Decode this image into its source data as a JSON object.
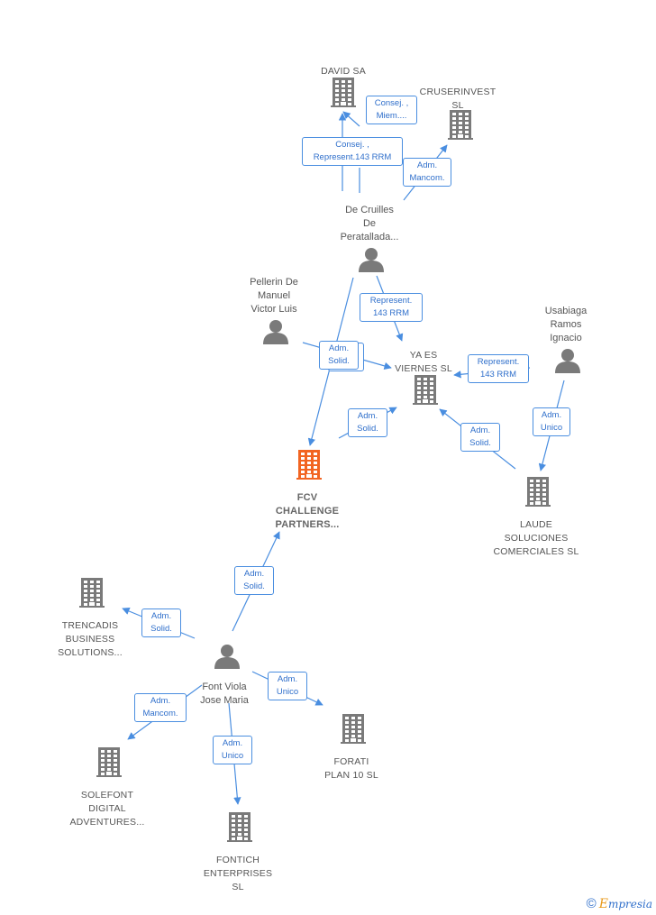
{
  "colors": {
    "edge": "#4a8ee0",
    "node": "#7a7a7a",
    "focus": "#f26522"
  },
  "nodes": [
    {
      "id": "david",
      "type": "company",
      "label": "DAVID SA"
    },
    {
      "id": "cruser",
      "type": "company",
      "label": "CRUSERINVEST\nSL"
    },
    {
      "id": "cruilles",
      "type": "person",
      "label": "De Cruilles\nDe\nPeratallada..."
    },
    {
      "id": "pellerin",
      "type": "person",
      "label": "Pellerin De\nManuel\nVictor Luis"
    },
    {
      "id": "yaes",
      "type": "company",
      "label": "YA ES\nVIERNES  SL"
    },
    {
      "id": "usabiaga",
      "type": "person",
      "label": "Usabiaga\nRamos\nIgnacio"
    },
    {
      "id": "fcv",
      "type": "focus",
      "label": "FCV\nCHALLENGE\nPARTNERS..."
    },
    {
      "id": "laude",
      "type": "company",
      "label": "LAUDE\nSOLUCIONES\nCOMERCIALES SL"
    },
    {
      "id": "trencadis",
      "type": "company",
      "label": "TRENCADIS\nBUSINESS\nSOLUTIONS..."
    },
    {
      "id": "font",
      "type": "person",
      "label": "Font Viola\nJose Maria"
    },
    {
      "id": "forati",
      "type": "company",
      "label": "FORATI\nPLAN 10  SL"
    },
    {
      "id": "solefont",
      "type": "company",
      "label": "SOLEFONT\nDIGITAL\nADVENTURES..."
    },
    {
      "id": "fontich",
      "type": "company",
      "label": "FONTICH\nENTERPRISES\nSL"
    }
  ],
  "edges": [
    {
      "from": "cruilles",
      "to": "david",
      "label": "Consej. ,\nMiem...."
    },
    {
      "from": "cruilles",
      "to": "david",
      "label": "Consej. ,\nRepresent.143 RRM"
    },
    {
      "from": "cruilles",
      "to": "cruser",
      "label": "Adm.\nMancom."
    },
    {
      "from": "cruilles",
      "to": "yaes",
      "label": "Represent.\n143 RRM"
    },
    {
      "from": "cruilles",
      "to": "fcv",
      "label": "Adm.\nSolid."
    },
    {
      "from": "pellerin",
      "to": "yaes",
      "label": "Adm.\nSolid."
    },
    {
      "from": "usabiaga",
      "to": "yaes",
      "label": "Represent.\n143 RRM"
    },
    {
      "from": "usabiaga",
      "to": "laude",
      "label": "Adm.\nUnico"
    },
    {
      "from": "fcv",
      "to": "yaes",
      "label": "Adm.\nSolid."
    },
    {
      "from": "laude",
      "to": "yaes",
      "label": "Adm.\nSolid."
    },
    {
      "from": "font",
      "to": "fcv",
      "label": "Adm.\nSolid."
    },
    {
      "from": "font",
      "to": "trencadis",
      "label": "Adm.\nSolid."
    },
    {
      "from": "font",
      "to": "forati",
      "label": "Adm.\nUnico"
    },
    {
      "from": "font",
      "to": "solefont",
      "label": "Adm.\nMancom."
    },
    {
      "from": "font",
      "to": "fontich",
      "label": "Adm.\nUnico"
    }
  ],
  "footer": {
    "copyright": "©",
    "brand_first": "E",
    "brand_rest": "mpresia"
  }
}
